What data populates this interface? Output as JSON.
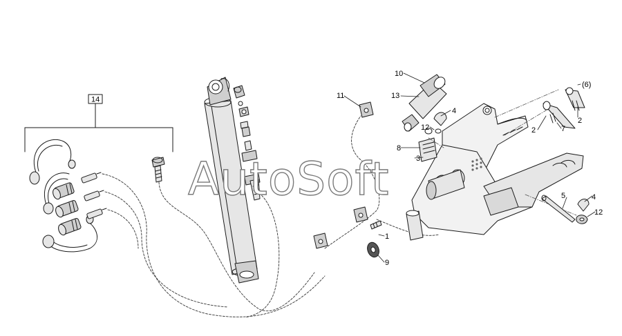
{
  "diagram": {
    "watermark": "AutoSoft",
    "callouts": {
      "c1": "1",
      "c2a": "2",
      "c2b": "2",
      "c3": "3",
      "c4a": "4",
      "c4b": "4",
      "c5": "5",
      "c6": "(6)",
      "c7": "7",
      "c8": "8",
      "c9": "9",
      "c10": "10",
      "c11": "11",
      "c12a": "12",
      "c12b": "12",
      "c13": "13",
      "c14": "14"
    },
    "colors": {
      "line": "#1a1a1a",
      "fill_light": "#e6e6e6",
      "fill_mid": "#cfcfcf",
      "dash": "#333333"
    }
  }
}
